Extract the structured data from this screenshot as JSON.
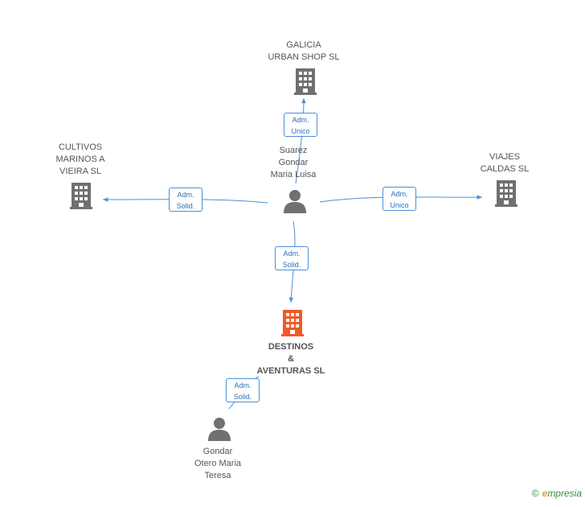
{
  "nodes": {
    "galicia": {
      "label": "GALICIA\nURBAN SHOP SL",
      "type": "company"
    },
    "cultivos": {
      "label": "CULTIVOS\nMARINOS A\nVIEIRA SL",
      "type": "company"
    },
    "viajes": {
      "label": "VIAJES\nCALDAS SL",
      "type": "company"
    },
    "suarez": {
      "label": "Suarez\nGondar\nMaria Luisa",
      "type": "person"
    },
    "destinos": {
      "label": "DESTINOS\n&\nAVENTURAS SL",
      "type": "company-main"
    },
    "gondar": {
      "label": "Gondar\nOtero Maria\nTeresa",
      "type": "person"
    }
  },
  "edges": {
    "to_galicia": {
      "label": "Adm.\nUnico"
    },
    "to_cultivos": {
      "label": "Adm.\nSolid."
    },
    "to_viajes": {
      "label": "Adm.\nUnico"
    },
    "to_destinos": {
      "label": "Adm.\nSolid."
    },
    "gondar_destinos": {
      "label": "Adm.\nSolid."
    }
  },
  "colors": {
    "edge": "#4a90d9",
    "company_icon": "#707070",
    "main_icon": "#f05a28",
    "person_icon": "#707070"
  },
  "footer": {
    "copyright": "©",
    "brand_initial": "e",
    "brand_rest": "mpresia"
  }
}
